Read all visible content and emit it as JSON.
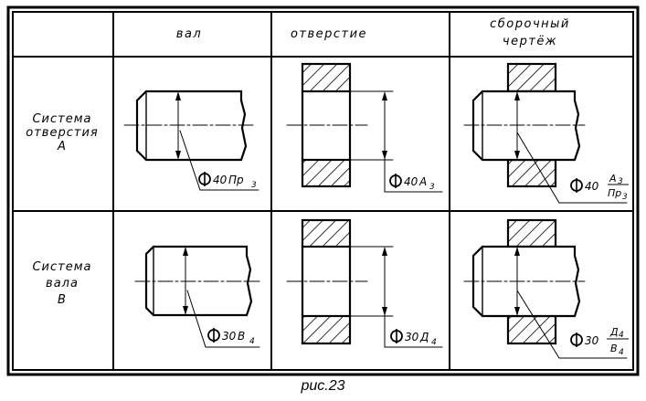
{
  "headers": {
    "shaft": "вал",
    "hole": "отверстие",
    "assembly_line1": "сборочный",
    "assembly_line2": "чертёж"
  },
  "rows": [
    {
      "label_lines": [
        "Система",
        "отверстия",
        "А"
      ],
      "shaft_dim": {
        "size": "40",
        "letters": "Пр",
        "sub": "3"
      },
      "hole_dim": {
        "size": "40",
        "letters": "А",
        "sub": "3"
      },
      "fit": {
        "size": "40",
        "num_letters": "А",
        "num_sub": "3",
        "den_letters": "Пр",
        "den_sub": "3"
      }
    },
    {
      "label_lines": [
        "Система",
        "вала",
        "В"
      ],
      "shaft_dim": {
        "size": "30",
        "letters": "В",
        "sub": "4"
      },
      "hole_dim": {
        "size": "30",
        "letters": "Д",
        "sub": "4"
      },
      "fit": {
        "size": "30",
        "num_letters": "Д",
        "num_sub": "4",
        "den_letters": "В",
        "den_sub": "4"
      }
    }
  ],
  "caption": "рис.23"
}
